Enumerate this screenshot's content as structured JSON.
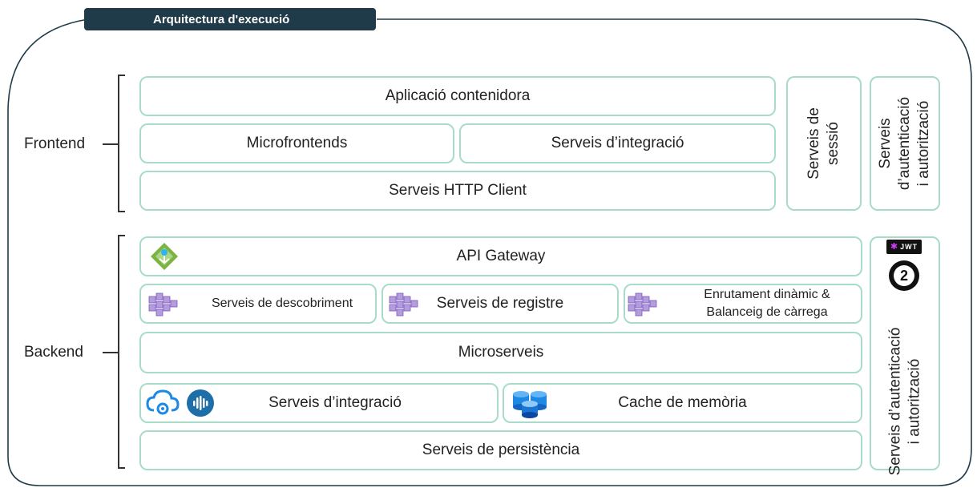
{
  "title": "Arquitectura d'execució",
  "frontend": {
    "label": "Frontend",
    "container_app": "Aplicació contenidora",
    "microfrontends": "Microfrontends",
    "integration": "Serveis d’integració",
    "http_client": "Serveis HTTP Client",
    "session_line1": "Serveis de",
    "session_line2": "sessió",
    "auth_line1": "Serveis",
    "auth_line2": "d’autenticació",
    "auth_line3": "i autorització"
  },
  "backend": {
    "label": "Backend",
    "api_gateway": "API Gateway",
    "discovery": "Serveis de descobriment",
    "registry": "Serveis de registre",
    "routing_line1": "Enrutament dinàmic &",
    "routing_line2": "Balanceig de càrrega",
    "microservices": "Microserveis",
    "integration": "Serveis d’integració",
    "cache": "Cache de memòria",
    "persistence": "Serveis de persistència",
    "auth_line1": "Serveis d’autenticació",
    "auth_line2": "i autorització",
    "jwt_badge": "JWT",
    "oauth_badge": "2"
  },
  "colors": {
    "border": "#a8dcc8",
    "title_bg": "#1f3a48",
    "frame": "#1f3a48"
  },
  "icons": [
    "api-gateway-icon",
    "service-cluster-icon",
    "cloud-integration-icon",
    "kafka-icon",
    "cache-database-icon",
    "jwt-icon",
    "oauth2-icon"
  ]
}
